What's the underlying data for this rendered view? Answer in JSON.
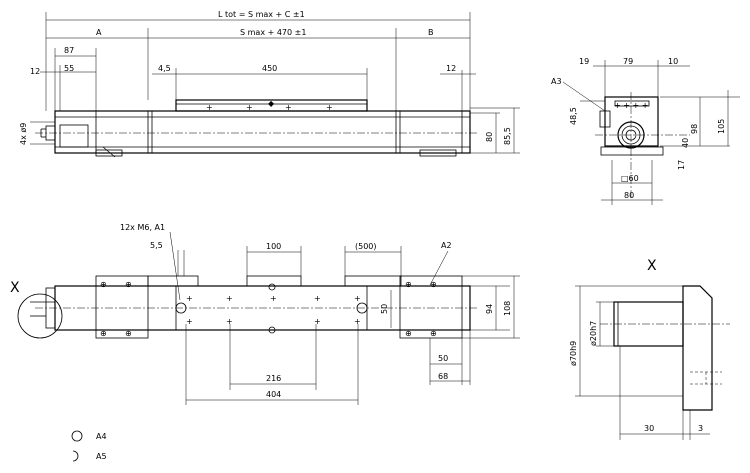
{
  "dims": {
    "ltot": "L tot = S max + C ±1",
    "a": "A",
    "smax": "S max + 470 ±1",
    "b": "B",
    "d87": "87",
    "d12a": "12",
    "d55": "55",
    "d45": "4,5",
    "d450": "450",
    "d12b": "12",
    "d80": "80",
    "d855": "85,5",
    "d4x9": "4x ø9",
    "m6": "12x M6, A1",
    "d55b": "5,5",
    "d100": "100",
    "d500": "(500)",
    "d50v": "50",
    "d94": "94",
    "d108": "108",
    "d50h": "50",
    "d68": "68",
    "d216": "216",
    "d404": "404",
    "d19": "19",
    "d79": "79",
    "d10": "10",
    "d485": "48,5",
    "d40": "40",
    "d98": "98",
    "d105": "105",
    "d17": "17",
    "sq60": "□60",
    "d80b": "80",
    "d70": "ø70h9",
    "d20": "ø20h7",
    "d30": "30",
    "d3": "3"
  },
  "labels": {
    "a2": "A2",
    "a3": "A3",
    "a4": "A4",
    "a5": "A5",
    "x_left": "X",
    "x_detail": "X"
  }
}
